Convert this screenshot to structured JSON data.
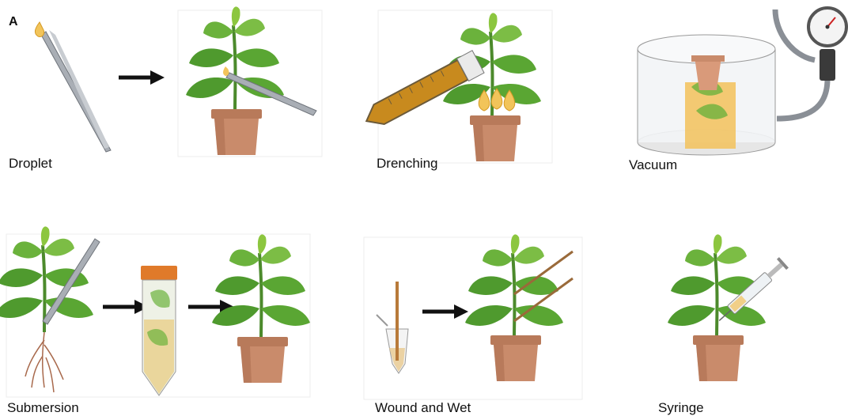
{
  "figure": {
    "panel_letter": "A",
    "methods": [
      {
        "id": "droplet",
        "label": "Droplet"
      },
      {
        "id": "drenching",
        "label": "Drenching"
      },
      {
        "id": "vacuum",
        "label": "Vacuum"
      },
      {
        "id": "submersion",
        "label": "Submersion"
      },
      {
        "id": "wound-and-wet",
        "label": "Wound and Wet"
      },
      {
        "id": "syringe",
        "label": "Syringe"
      }
    ]
  },
  "colors": {
    "leaf": "#4f9a2e",
    "leaf_light": "#8cc63f",
    "pot": "#c98b6b",
    "pot_dark": "#a8694c",
    "liquid": "#d89a2a",
    "droplet": "#f2c45a",
    "metal": "#9aa0a8",
    "arrow": "#111111"
  }
}
